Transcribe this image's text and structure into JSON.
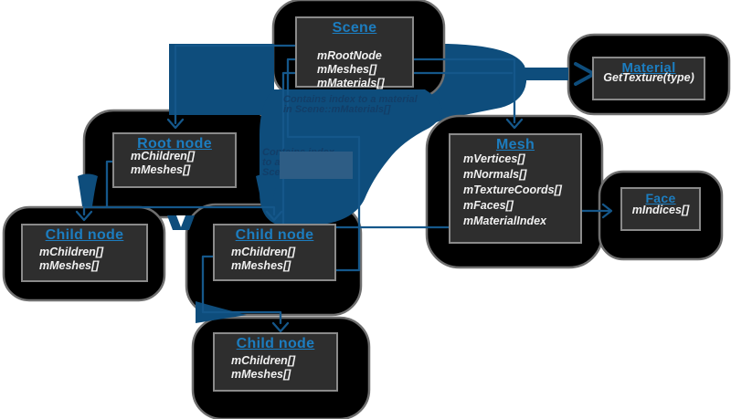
{
  "nodes": [
    {
      "id": "scene",
      "title": "Scene",
      "fields": [
        "mRootNode",
        "mMeshes[]",
        "mMaterials[]"
      ]
    },
    {
      "id": "material",
      "title": "Material",
      "fields": [
        "GetTexture(type)"
      ]
    },
    {
      "id": "mesh",
      "title": "Mesh",
      "fields": [
        "mVertices[]",
        "mNormals[]",
        "mTextureCoords[]",
        "mFaces[]",
        "mMaterialIndex"
      ]
    },
    {
      "id": "face",
      "title": "Face",
      "fields": [
        "mIndices[]"
      ]
    },
    {
      "id": "root",
      "title": "Root node",
      "fields": [
        "mChildren[]",
        "mMeshes[]"
      ]
    },
    {
      "id": "child1",
      "title": "Child node",
      "fields": [
        "mChildren[]",
        "mMeshes[]"
      ]
    },
    {
      "id": "child2",
      "title": "Child node",
      "fields": [
        "mChildren[]",
        "mMeshes[]"
      ]
    },
    {
      "id": "child3",
      "title": "Child node",
      "fields": [
        "mChildren[]",
        "mMeshes[]"
      ]
    }
  ],
  "annotations": [
    {
      "lines": [
        "Contains index to a material",
        "in Scene::mMaterials[]"
      ]
    },
    {
      "lines": [
        "Contains index",
        "to a mesh in",
        "Scene::mMeshes[]"
      ]
    }
  ],
  "colors": {
    "swoosh": "#0e4d7c",
    "line": "#15578a",
    "title_blue": "#1c7dc0",
    "box_fill": "#2e2e2e",
    "box_border": "#8a8a8a",
    "blob": "#000000",
    "blob_outline": "#6f6f6f",
    "annotation_text": "#123e68",
    "field_text": "#f0f0f0",
    "overlay_patch": "#2e5d85"
  }
}
